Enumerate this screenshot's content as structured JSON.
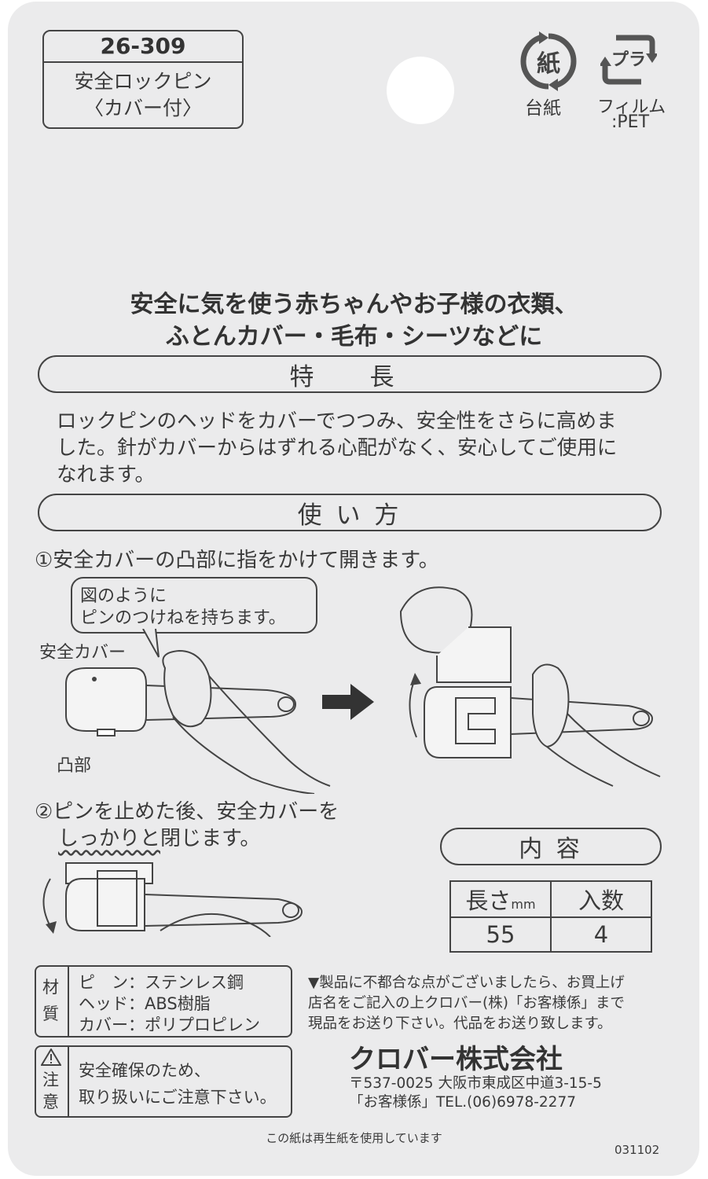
{
  "product": {
    "code": "26-309",
    "name_line1": "安全ロックピン",
    "name_line2": "〈カバー付〉"
  },
  "recycle": {
    "paper_glyph": "紙",
    "paper_label": "台紙",
    "plastic_glyph": "プラ",
    "plastic_label_line1": "フィルム",
    "plastic_label_line2": ":PET"
  },
  "tagline": {
    "line1": "安全に気を使う赤ちゃんやお子様の衣類、",
    "line2": "ふとんカバー・毛布・シーツなどに"
  },
  "features": {
    "heading": "特　長",
    "line1": "ロックピンのヘッドをカバーでつつみ、安全性をさらに高めま",
    "line2": "した。針がカバーからはずれる心配がなく、安心してご使用に",
    "line3": "なれます。"
  },
  "usage": {
    "heading": "使 い 方",
    "step1": "①安全カバーの凸部に指をかけて開きます。",
    "bubble_line1": "図のように",
    "bubble_line2": "ピンのつけねを持ちます。",
    "label_cover": "安全カバー",
    "label_bump": "凸部",
    "step2_line1": "②ピンを止めた後、安全カバーを",
    "step2_line2_underlined": "しっかりと",
    "step2_line2_rest": "閉じます。"
  },
  "contents": {
    "heading": "内 容",
    "col1_header": "長さ",
    "col1_unit": "mm",
    "col2_header": "入数",
    "col1_value": "55",
    "col2_value": "4"
  },
  "materials": {
    "side_label_1": "材",
    "side_label_2": "質",
    "row1": "ピ　ン：ステンレス鋼",
    "row2": "ヘッド：ABS樹脂",
    "row3": "カバー：ポリプロピレン"
  },
  "caution": {
    "side_label_1": "注",
    "side_label_2": "意",
    "line1": "安全確保のため、",
    "line2": "取り扱いにご注意下さい。"
  },
  "notice": {
    "line1": "▼製品に不都合な点がございましたら、お買上げ",
    "line2": "店名をご記入の上クロバー(株)「お客様係」まで",
    "line3": "現品をお送り下さい。代品をお送り致します。"
  },
  "company": {
    "name": "クロバー株式会社",
    "address": "〒537-0025 大阪市東成区中道3-15-5",
    "contact": "「お客様係」TEL.(06)6978-2277"
  },
  "footer": {
    "recycled_note": "この紙は再生紙を使用しています",
    "print_code": "031102"
  }
}
